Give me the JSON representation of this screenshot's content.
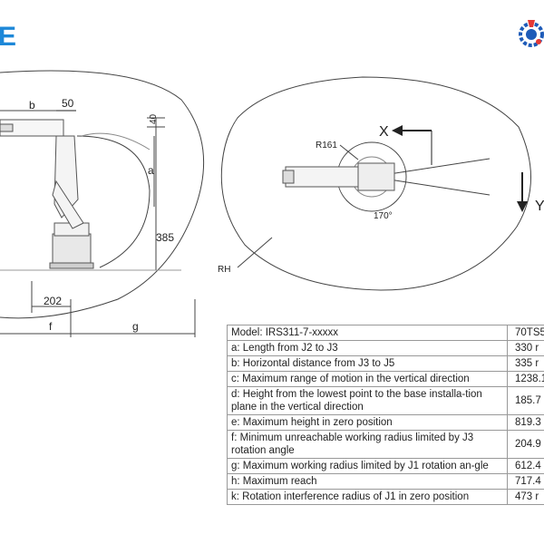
{
  "logo": {
    "text": "E"
  },
  "brand_mark": {
    "icon": "gear-robot-icon",
    "colors": [
      "#1e5bb8",
      "#e53935"
    ]
  },
  "side_view": {
    "dims": {
      "b": "b",
      "fifty": "50",
      "forty": "40",
      "a": "a",
      "three85": "385",
      "two02": "202",
      "f": "f",
      "g": "g"
    }
  },
  "top_view": {
    "x_label": "X",
    "y_label": "Y",
    "r_label": "R161",
    "angle_label": "170°",
    "rh_label": "RH"
  },
  "spec_table": {
    "rows": [
      {
        "label": "Model: IRS311-7-xxxxx",
        "value": "70TS5"
      },
      {
        "label": "a: Length from J2 to J3",
        "value": "330 r"
      },
      {
        "label": "b: Horizontal distance from J3 to J5",
        "value": "335 r"
      },
      {
        "label": "c: Maximum range of motion in the vertical direction",
        "value": "1238.1"
      },
      {
        "label": "d: Height from the lowest point to the base installa-tion plane in the vertical direction",
        "value": "185.7"
      },
      {
        "label": "e: Maximum height in zero position",
        "value": "819.3"
      },
      {
        "label": "f: Minimum unreachable working radius limited by J3 rotation angle",
        "value": "204.9"
      },
      {
        "label": "g: Maximum working radius limited by J1 rotation an-gle",
        "value": "612.4"
      },
      {
        "label": "h: Maximum reach",
        "value": "717.4"
      },
      {
        "label": "k: Rotation interference radius of J1 in zero position",
        "value": "473 r"
      }
    ]
  }
}
